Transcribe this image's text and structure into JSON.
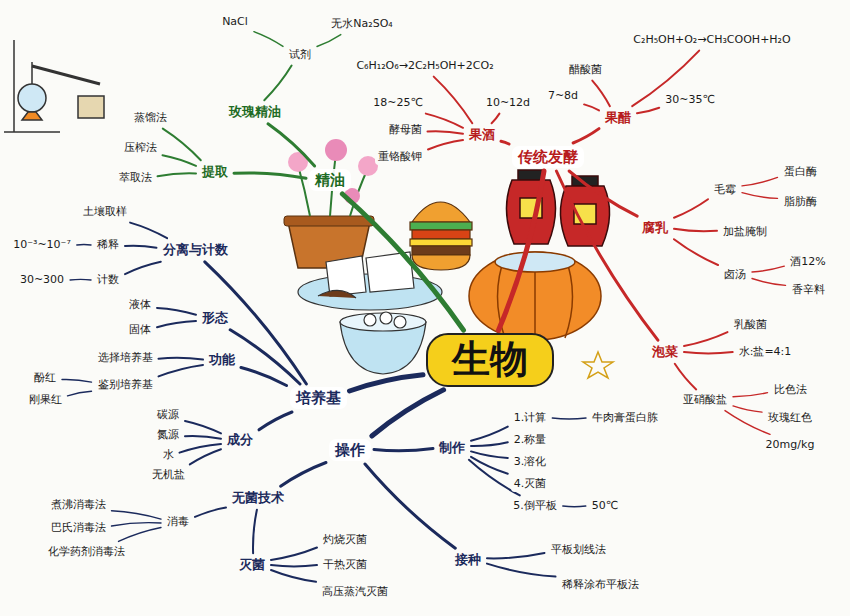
{
  "diagram": {
    "nodes": [
      {
        "text": [
          "生物"
        ]
      },
      {
        "text": [
          "传统发酵"
        ]
      },
      {
        "text": [
          "果酒"
        ]
      },
      {
        "text": [
          "酵母菌"
        ]
      },
      {
        "text": [
          "18~25℃"
        ]
      },
      {
        "text": [
          "10~12d"
        ]
      },
      {
        "text": [
          "C₆H₁₂O₆→2C₂H₅OH+2CO₂"
        ]
      },
      {
        "text": [
          "重铬酸钾"
        ]
      },
      {
        "text": [
          "果醋"
        ]
      },
      {
        "text": [
          "醋酸菌"
        ]
      },
      {
        "text": [
          "30~35℃"
        ]
      },
      {
        "text": [
          "7~8d"
        ]
      },
      {
        "text": [
          "C₂H₅OH+O₂→CH₃COOH+H₂O"
        ]
      },
      {
        "text": [
          "腐乳"
        ]
      },
      {
        "text": [
          "毛霉"
        ]
      },
      {
        "text": [
          "蛋白酶"
        ]
      },
      {
        "text": [
          "脂肪酶"
        ]
      },
      {
        "text": [
          "加盐腌制"
        ]
      },
      {
        "text": [
          "卤汤"
        ]
      },
      {
        "text": [
          "酒12%"
        ]
      },
      {
        "text": [
          "香辛料"
        ]
      },
      {
        "text": [
          "泡菜"
        ]
      },
      {
        "text": [
          "乳酸菌"
        ]
      },
      {
        "text": [
          "水:盐=4:1"
        ]
      },
      {
        "text": [
          "亚硝酸盐"
        ]
      },
      {
        "text": [
          "比色法"
        ]
      },
      {
        "text": [
          "玫瑰红色"
        ]
      },
      {
        "text": [
          "20mg/kg"
        ]
      },
      {
        "text": [
          "精油"
        ]
      },
      {
        "text": [
          "玫瑰精油"
        ]
      },
      {
        "text": [
          "试剂"
        ]
      },
      {
        "text": [
          "NaCl"
        ]
      },
      {
        "text": [
          "无水Na₂SO₄"
        ]
      },
      {
        "text": [
          "提取"
        ]
      },
      {
        "text": [
          "蒸馏法"
        ]
      },
      {
        "text": [
          "压榨法"
        ]
      },
      {
        "text": [
          "萃取法"
        ]
      },
      {
        "text": [
          "培养基"
        ]
      },
      {
        "text": [
          "分离与计数"
        ]
      },
      {
        "text": [
          "土壤取样"
        ]
      },
      {
        "text": [
          "稀释"
        ]
      },
      {
        "text": [
          "10⁻³~10⁻⁷"
        ]
      },
      {
        "text": [
          "计数"
        ]
      },
      {
        "text": [
          "30~300"
        ]
      },
      {
        "text": [
          "形态"
        ]
      },
      {
        "text": [
          "液体"
        ]
      },
      {
        "text": [
          "固体"
        ]
      },
      {
        "text": [
          "功能"
        ]
      },
      {
        "text": [
          "选择培养基"
        ]
      },
      {
        "text": [
          "鉴别培养基"
        ]
      },
      {
        "text": [
          "酚红"
        ]
      },
      {
        "text": [
          "刚果红"
        ]
      },
      {
        "text": [
          "成分"
        ]
      },
      {
        "text": [
          "碳源"
        ]
      },
      {
        "text": [
          "氮源"
        ]
      },
      {
        "text": [
          "水"
        ]
      },
      {
        "text": [
          "无机盐"
        ]
      },
      {
        "text": [
          "操作"
        ]
      },
      {
        "text": [
          "制作"
        ]
      },
      {
        "text": [
          "1.计算"
        ]
      },
      {
        "text": [
          "2.称量"
        ]
      },
      {
        "text": [
          "3.溶化"
        ]
      },
      {
        "text": [
          "4.灭菌"
        ]
      },
      {
        "text": [
          "5.倒平板"
        ]
      },
      {
        "text": [
          "50℃"
        ]
      },
      {
        "text": [
          "牛肉膏蛋白胨"
        ]
      },
      {
        "text": [
          "接种"
        ]
      },
      {
        "text": [
          "平板划线法"
        ]
      },
      {
        "text": [
          "稀释涂布平板法"
        ]
      },
      {
        "text": [
          "无菌技术"
        ]
      },
      {
        "text": [
          "消毒"
        ]
      },
      {
        "text": [
          "煮沸消毒法"
        ]
      },
      {
        "text": [
          "巴氏消毒法"
        ]
      },
      {
        "text": [
          "化学药剂消毒法"
        ]
      },
      {
        "text": [
          "灭菌"
        ]
      },
      {
        "text": [
          "灼烧灭菌"
        ]
      },
      {
        "text": [
          "干热灭菌"
        ]
      },
      {
        "text": [
          "高压蒸汽灭菌"
        ]
      }
    ],
    "edges": [
      {
        "from": 0,
        "to": 1,
        "arrow": "none"
      },
      {
        "from": 1,
        "to": 2,
        "arrow": "none"
      },
      {
        "from": 2,
        "to": 3,
        "arrow": "none"
      },
      {
        "from": 2,
        "to": 4,
        "arrow": "none"
      },
      {
        "from": 2,
        "to": 5,
        "arrow": "none"
      },
      {
        "from": 2,
        "to": 6,
        "arrow": "none"
      },
      {
        "from": 2,
        "to": 7,
        "arrow": "none"
      },
      {
        "from": 1,
        "to": 8,
        "arrow": "none"
      },
      {
        "from": 8,
        "to": 9,
        "arrow": "none"
      },
      {
        "from": 8,
        "to": 10,
        "arrow": "none"
      },
      {
        "from": 8,
        "to": 11,
        "arrow": "none"
      },
      {
        "from": 8,
        "to": 12,
        "arrow": "none"
      },
      {
        "from": 1,
        "to": 13,
        "arrow": "none"
      },
      {
        "from": 13,
        "to": 14,
        "arrow": "none"
      },
      {
        "from": 14,
        "to": 15,
        "arrow": "none"
      },
      {
        "from": 14,
        "to": 16,
        "arrow": "none"
      },
      {
        "from": 13,
        "to": 17,
        "arrow": "none"
      },
      {
        "from": 13,
        "to": 18,
        "arrow": "none"
      },
      {
        "from": 18,
        "to": 19,
        "arrow": "none"
      },
      {
        "from": 18,
        "to": 20,
        "arrow": "none"
      },
      {
        "from": 1,
        "to": 21,
        "arrow": "none"
      },
      {
        "from": 21,
        "to": 22,
        "arrow": "none"
      },
      {
        "from": 21,
        "to": 23,
        "arrow": "none"
      },
      {
        "from": 21,
        "to": 24,
        "arrow": "none"
      },
      {
        "from": 24,
        "to": 25,
        "arrow": "none"
      },
      {
        "from": 24,
        "to": 26,
        "arrow": "none"
      },
      {
        "from": 24,
        "to": 27,
        "arrow": "none"
      },
      {
        "from": 0,
        "to": 28,
        "arrow": "none"
      },
      {
        "from": 28,
        "to": 29,
        "arrow": "none"
      },
      {
        "from": 29,
        "to": 30,
        "arrow": "none"
      },
      {
        "from": 30,
        "to": 31,
        "arrow": "none"
      },
      {
        "from": 30,
        "to": 32,
        "arrow": "none"
      },
      {
        "from": 28,
        "to": 33,
        "arrow": "none"
      },
      {
        "from": 33,
        "to": 34,
        "arrow": "none"
      },
      {
        "from": 33,
        "to": 35,
        "arrow": "none"
      },
      {
        "from": 33,
        "to": 36,
        "arrow": "none"
      },
      {
        "from": 0,
        "to": 37,
        "arrow": "none"
      },
      {
        "from": 37,
        "to": 38,
        "arrow": "none"
      },
      {
        "from": 38,
        "to": 39,
        "arrow": "none"
      },
      {
        "from": 38,
        "to": 40,
        "arrow": "none"
      },
      {
        "from": 40,
        "to": 41,
        "arrow": "none"
      },
      {
        "from": 38,
        "to": 42,
        "arrow": "none"
      },
      {
        "from": 42,
        "to": 43,
        "arrow": "none"
      },
      {
        "from": 37,
        "to": 44,
        "arrow": "none"
      },
      {
        "from": 44,
        "to": 45,
        "arrow": "none"
      },
      {
        "from": 44,
        "to": 46,
        "arrow": "none"
      },
      {
        "from": 37,
        "to": 47,
        "arrow": "none"
      },
      {
        "from": 47,
        "to": 48,
        "arrow": "none"
      },
      {
        "from": 47,
        "to": 49,
        "arrow": "none"
      },
      {
        "from": 49,
        "to": 50,
        "arrow": "none"
      },
      {
        "from": 49,
        "to": 51,
        "arrow": "none"
      },
      {
        "from": 37,
        "to": 52,
        "arrow": "none"
      },
      {
        "from": 52,
        "to": 53,
        "arrow": "none"
      },
      {
        "from": 52,
        "to": 54,
        "arrow": "none"
      },
      {
        "from": 52,
        "to": 55,
        "arrow": "none"
      },
      {
        "from": 52,
        "to": 56,
        "arrow": "none"
      },
      {
        "from": 0,
        "to": 57,
        "arrow": "none"
      },
      {
        "from": 57,
        "to": 58,
        "arrow": "none"
      },
      {
        "from": 58,
        "to": 59,
        "arrow": "none"
      },
      {
        "from": 58,
        "to": 60,
        "arrow": "none"
      },
      {
        "from": 58,
        "to": 61,
        "arrow": "none"
      },
      {
        "from": 58,
        "to": 62,
        "arrow": "none"
      },
      {
        "from": 58,
        "to": 63,
        "arrow": "none"
      },
      {
        "from": 63,
        "to": 64,
        "arrow": "none"
      },
      {
        "from": 59,
        "to": 65,
        "arrow": "none"
      },
      {
        "from": 57,
        "to": 66,
        "arrow": "none"
      },
      {
        "from": 66,
        "to": 67,
        "arrow": "none"
      },
      {
        "from": 66,
        "to": 68,
        "arrow": "none"
      },
      {
        "from": 57,
        "to": 69,
        "arrow": "none"
      },
      {
        "from": 69,
        "to": 70,
        "arrow": "none"
      },
      {
        "from": 70,
        "to": 71,
        "arrow": "none"
      },
      {
        "from": 70,
        "to": 72,
        "arrow": "none"
      },
      {
        "from": 70,
        "to": 73,
        "arrow": "none"
      },
      {
        "from": 69,
        "to": 74,
        "arrow": "none"
      },
      {
        "from": 74,
        "to": 75,
        "arrow": "none"
      },
      {
        "from": 74,
        "to": 76,
        "arrow": "none"
      },
      {
        "from": 74,
        "to": 77,
        "arrow": "none"
      }
    ]
  }
}
